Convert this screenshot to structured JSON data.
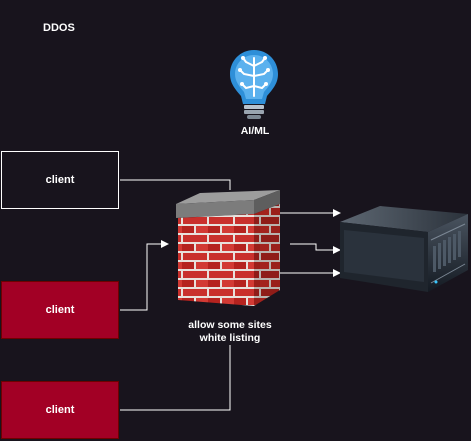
{
  "diagram": {
    "title": "DDOS",
    "ai_label": "AI/ML",
    "clients": [
      {
        "label": "client",
        "style": "plain"
      },
      {
        "label": "client",
        "style": "highlighted"
      },
      {
        "label": "client",
        "style": "highlighted"
      }
    ],
    "firewall_caption_lines": [
      "allow some sites",
      "white listing"
    ],
    "colors": {
      "background": "#18141d",
      "client_highlight": "#a20025",
      "connector": "#ffffff",
      "firewall_brick": "#c0392b",
      "ai_icon": "#2e8fd8"
    },
    "icons": [
      "lightbulb-brain-icon",
      "brick-firewall-icon",
      "rack-server-icon"
    ]
  }
}
